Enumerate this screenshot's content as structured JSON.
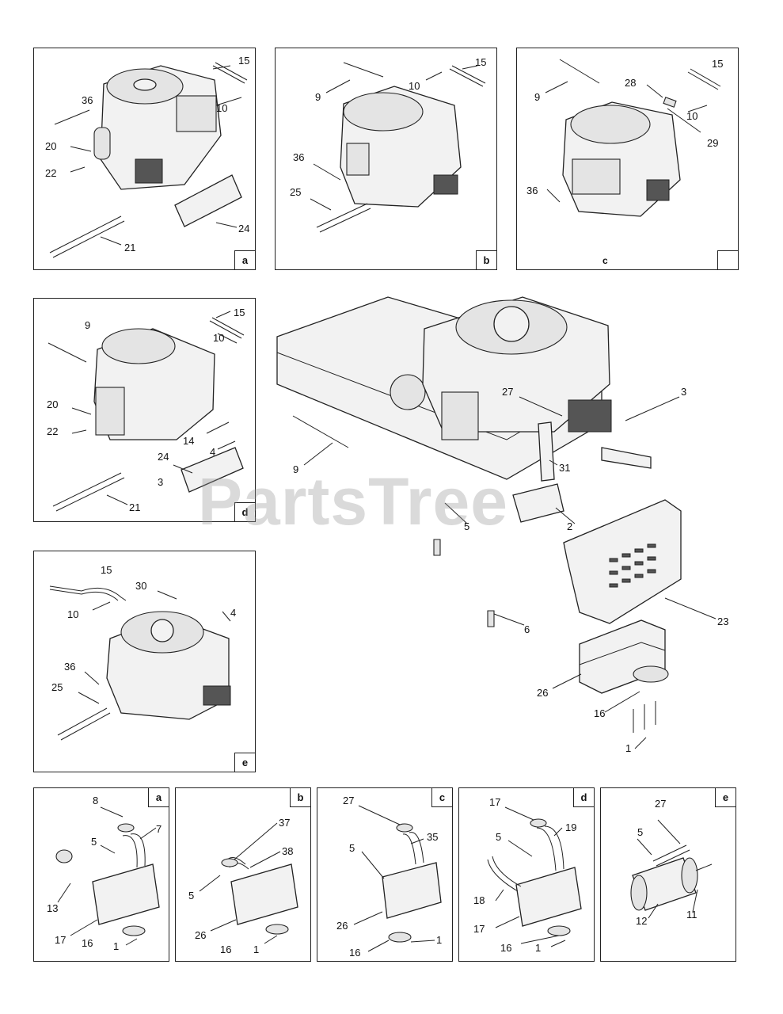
{
  "watermark": "PartsTree",
  "panels": {
    "a": {
      "tag": "a",
      "callouts": [
        "15",
        "36",
        "10",
        "20",
        "22",
        "24",
        "21"
      ]
    },
    "b": {
      "tag": "b",
      "callouts": [
        "9",
        "10",
        "15",
        "36",
        "25"
      ]
    },
    "c": {
      "tag": "c",
      "callouts": [
        "9",
        "15",
        "28",
        "10",
        "29",
        "36"
      ]
    },
    "d": {
      "tag": "d",
      "callouts": [
        "9",
        "15",
        "10",
        "20",
        "22",
        "14",
        "4",
        "24",
        "3",
        "21"
      ]
    },
    "e": {
      "tag": "e",
      "callouts": [
        "15",
        "30",
        "4",
        "10",
        "36",
        "25"
      ]
    }
  },
  "main": {
    "callouts": [
      "27",
      "3",
      "9",
      "31",
      "5",
      "2",
      "6",
      "23",
      "26",
      "16",
      "1"
    ]
  },
  "bottom": {
    "a": {
      "tag": "a",
      "callouts": [
        "8",
        "5",
        "7",
        "13",
        "17",
        "16",
        "1"
      ]
    },
    "b": {
      "tag": "b",
      "callouts": [
        "37",
        "38",
        "5",
        "26",
        "16",
        "1"
      ]
    },
    "c": {
      "tag": "c",
      "callouts": [
        "27",
        "35",
        "5",
        "26",
        "16",
        "1"
      ]
    },
    "d": {
      "tag": "d",
      "callouts": [
        "17",
        "19",
        "5",
        "18",
        "17",
        "16",
        "1"
      ]
    },
    "e": {
      "tag": "e",
      "callouts": [
        "27",
        "5",
        "12",
        "11"
      ]
    }
  }
}
